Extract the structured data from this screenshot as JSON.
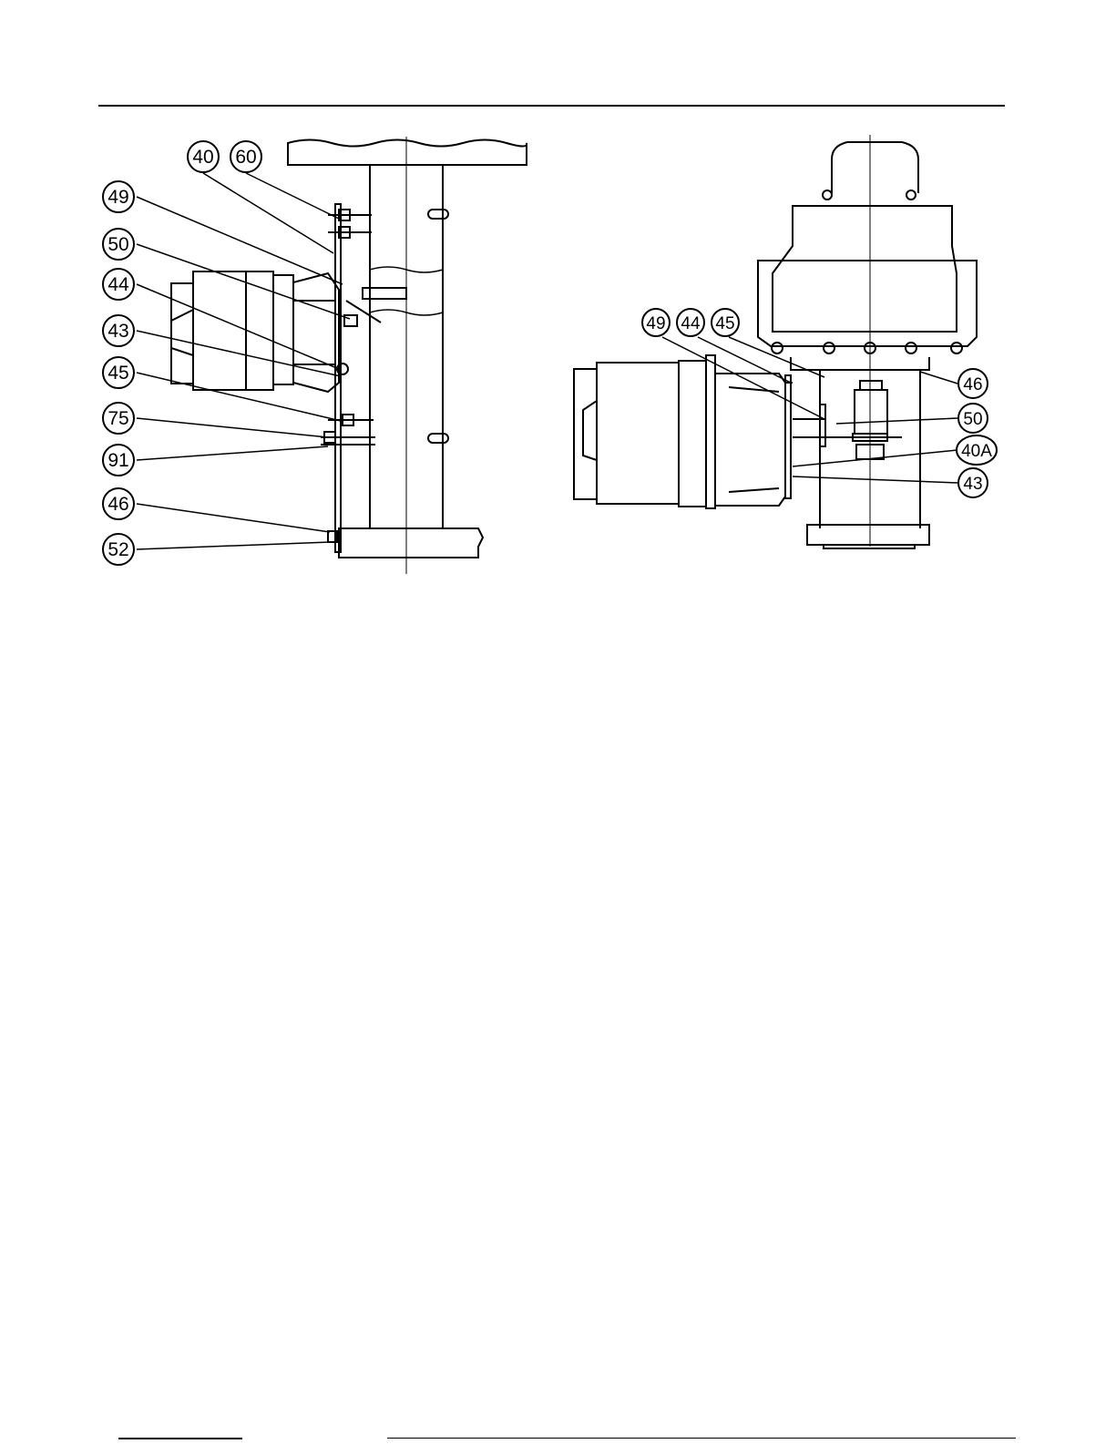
{
  "left_view": {
    "callouts": [
      "40",
      "60",
      "49",
      "50",
      "44",
      "43",
      "45",
      "75",
      "91",
      "46",
      "52"
    ]
  },
  "right_view": {
    "callouts": [
      "49",
      "44",
      "45",
      "46",
      "50",
      "40A",
      "43"
    ]
  },
  "colors": {
    "ink": "#000000",
    "paper": "#ffffff"
  }
}
